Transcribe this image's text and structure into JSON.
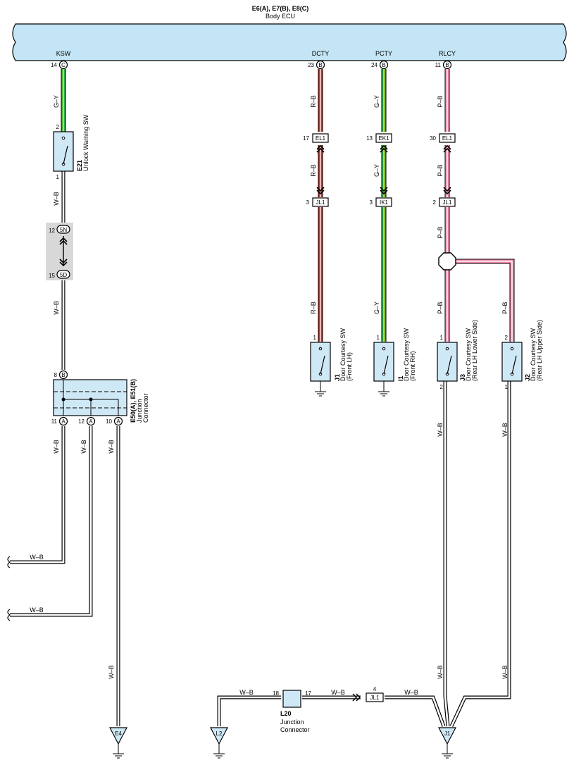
{
  "ecu": {
    "connectors": "E6(A), E7(B), E8(C)",
    "name": "Body ECU",
    "terminals": [
      {
        "label": "KSW",
        "pin": "14",
        "letter": "C"
      },
      {
        "label": "DCTY",
        "pin": "23",
        "letter": "B"
      },
      {
        "label": "PCTY",
        "pin": "24",
        "letter": "B"
      },
      {
        "label": "RLCY",
        "pin": "11",
        "letter": "B"
      }
    ]
  },
  "wire_colors": {
    "gy": "G–Y",
    "wb": "W–B",
    "rb": "R–B",
    "pb": "P–B"
  },
  "colors": {
    "green": "#2fae3c",
    "yellow": "#f2e600",
    "red": "#e2231a",
    "pink": "#ef8bb0",
    "ecu_fill": "#c3e5f6",
    "component_fill": "#cfe8f5"
  },
  "unlock_sw": {
    "code": "E21",
    "name": "Unlock Warning SW",
    "pin_top": "2",
    "pin_bottom": "1"
  },
  "inline_connector": {
    "top_pin": "12",
    "top_code": "5N",
    "bottom_pin": "15",
    "bottom_code": "5D"
  },
  "junction_connector": {
    "code": "E50(A), E51(B)",
    "name1": "Junction",
    "name2": "Connector",
    "top_pin": "8",
    "top_letter": "B",
    "bottom": [
      {
        "pin": "11",
        "letter": "A"
      },
      {
        "pin": "12",
        "letter": "A"
      },
      {
        "pin": "10",
        "letter": "A"
      }
    ]
  },
  "connectors": {
    "el1_a": {
      "pin": "17",
      "code": "EL1"
    },
    "ek1": {
      "pin": "13",
      "code": "EK1"
    },
    "el1_b": {
      "pin": "30",
      "code": "EL1"
    },
    "jl1_a": {
      "pin": "3",
      "code": "JL1"
    },
    "ik1": {
      "pin": "3",
      "code": "IK1"
    },
    "jl1_b": {
      "pin": "2",
      "code": "JL1"
    },
    "jl1_c": {
      "pin": "4",
      "code": "JL1"
    }
  },
  "switches": [
    {
      "code": "J1",
      "name": "Door Courtesy SW",
      "sub": "(Front LH)",
      "pin_top": "1"
    },
    {
      "code": "I1",
      "name": "Door Courtesy SW",
      "sub": "(Front RH)",
      "pin_top": "1"
    },
    {
      "code": "J3",
      "name": "Door Courtesy SW",
      "sub": "(Rear LH Lower Side)",
      "pin_top": "1",
      "pin_bottom": "2"
    },
    {
      "code": "J2",
      "name": "Door Courtesy SW",
      "sub": "(Rear LH Upper Side)",
      "pin_top": "2",
      "pin_bottom": "1"
    }
  ],
  "l20": {
    "code": "L20",
    "name1": "Junction",
    "name2": "Connector",
    "pin_left": "18",
    "pin_right": "17"
  },
  "grounds": {
    "e4": "E4",
    "l2": "L2",
    "j1": "J1"
  }
}
